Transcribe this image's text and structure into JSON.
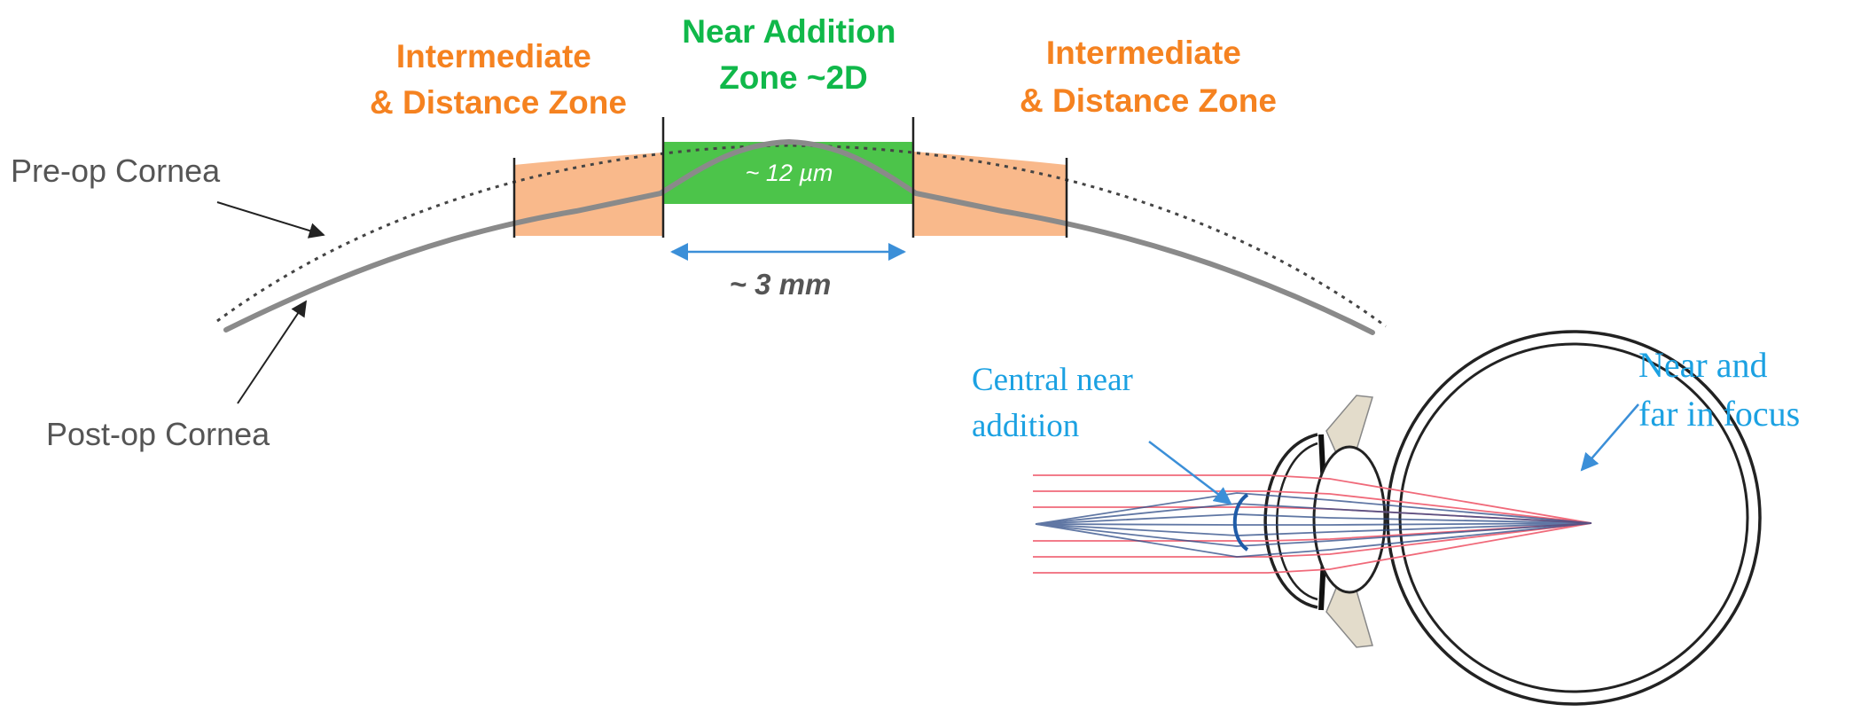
{
  "labels": {
    "left_zone_line1": "Intermediate",
    "left_zone_line2": "& Distance Zone",
    "near_zone_line1": "Near Addition",
    "near_zone_line2": "Zone ~2D",
    "right_zone_line1": "Intermediate",
    "right_zone_line2": "& Distance Zone",
    "pre_op": "Pre-op Cornea",
    "post_op": "Post-op Cornea",
    "depth": "~ 12 µm",
    "width": "~ 3 mm",
    "central_line1": "Central near",
    "central_line2": "addition",
    "focus_line1": "Near and",
    "focus_line2": "far in focus"
  },
  "colors": {
    "orange_text": "#f58220",
    "green_text": "#10b84a",
    "orange_fill": "#f9b98b",
    "green_fill": "#4cc44a",
    "blue_text": "#1ba1e2",
    "arrow_blue": "#3b8fd8",
    "ray_red": "#f06a7a",
    "ray_navy": "#2b4a86",
    "gray_text": "#555555"
  }
}
